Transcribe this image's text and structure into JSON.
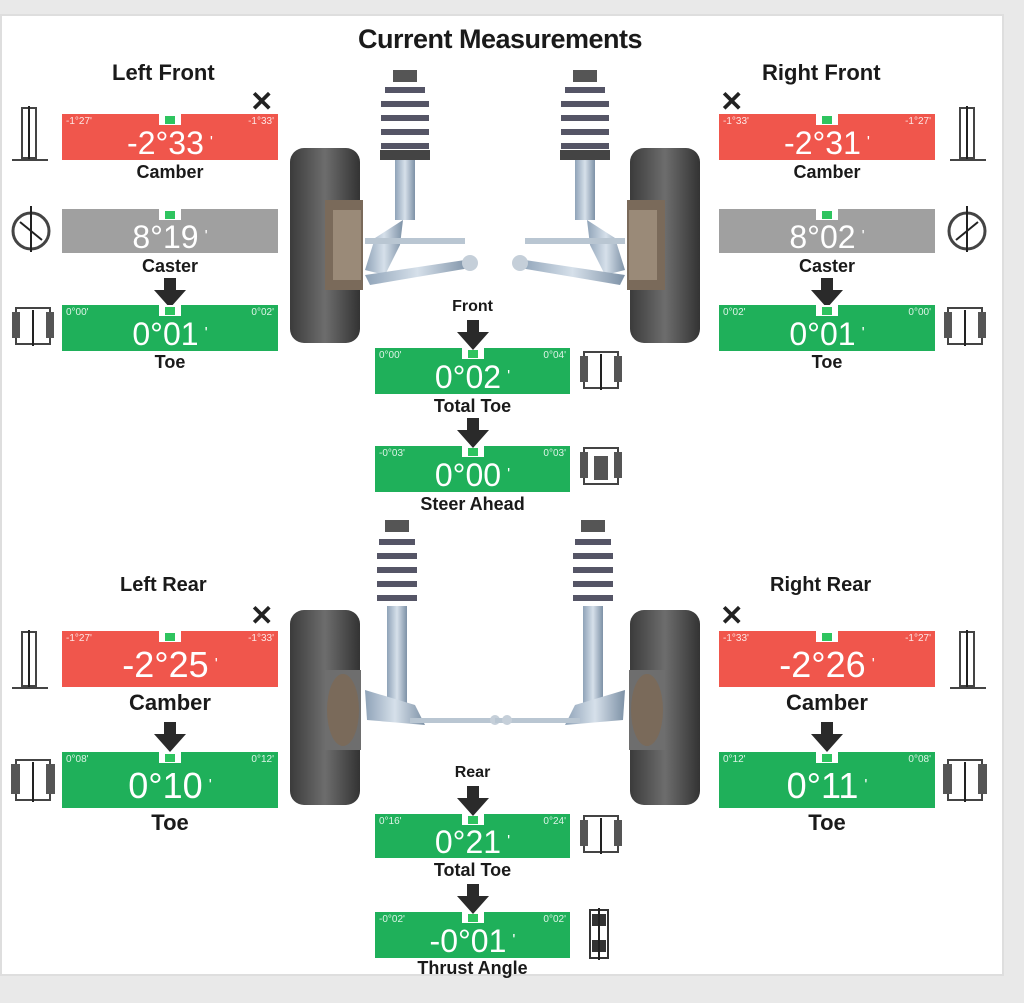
{
  "title": "Current Measurements",
  "colors": {
    "red": "#f0564c",
    "green": "#1fb05a",
    "gray": "#a0a0a0",
    "ind": "#2ec45f"
  },
  "corners": {
    "left_front": "Left Front",
    "right_front": "Right Front",
    "left_rear": "Left Rear",
    "right_rear": "Right Rear"
  },
  "status_icon": "close-x-icon",
  "meters": {
    "lf_camber": {
      "tol_left": "-1°27'",
      "tol_right": "-1°33'",
      "value": "-2°33",
      "label": "Camber",
      "status": "out-of-range"
    },
    "lf_caster": {
      "tol_left": "",
      "tol_right": "",
      "value": "8°19",
      "label": "Caster",
      "status": "no-spec"
    },
    "lf_toe": {
      "tol_left": "0°00'",
      "tol_right": "0°02'",
      "value": "0°01",
      "label": "Toe",
      "status": "in-range"
    },
    "rf_camber": {
      "tol_left": "-1°33'",
      "tol_right": "-1°27'",
      "value": "-2°31",
      "label": "Camber",
      "status": "out-of-range"
    },
    "rf_caster": {
      "tol_left": "",
      "tol_right": "",
      "value": "8°02",
      "label": "Caster",
      "status": "no-spec"
    },
    "rf_toe": {
      "tol_left": "0°02'",
      "tol_right": "0°00'",
      "value": "0°01",
      "label": "Toe",
      "status": "in-range"
    },
    "front_total_toe": {
      "header": "Front",
      "tol_left": "0°00'",
      "tol_right": "0°04'",
      "value": "0°02",
      "label": "Total Toe",
      "status": "in-range"
    },
    "steer_ahead": {
      "tol_left": "-0°03'",
      "tol_right": "0°03'",
      "value": "0°00",
      "label": "Steer Ahead",
      "status": "in-range"
    },
    "lr_camber": {
      "tol_left": "-1°27'",
      "tol_right": "-1°33'",
      "value": "-2°25",
      "label": "Camber",
      "status": "out-of-range"
    },
    "lr_toe": {
      "tol_left": "0°08'",
      "tol_right": "0°12'",
      "value": "0°10",
      "label": "Toe",
      "status": "in-range"
    },
    "rr_camber": {
      "tol_left": "-1°33'",
      "tol_right": "-1°27'",
      "value": "-2°26",
      "label": "Camber",
      "status": "out-of-range"
    },
    "rr_toe": {
      "tol_left": "0°12'",
      "tol_right": "0°08'",
      "value": "0°11",
      "label": "Toe",
      "status": "in-range"
    },
    "rear_total_toe": {
      "header": "Rear",
      "tol_left": "0°16'",
      "tol_right": "0°24'",
      "value": "0°21",
      "label": "Total Toe",
      "status": "in-range"
    },
    "thrust_angle": {
      "tol_left": "-0°02'",
      "tol_right": "0°02'",
      "value": "-0°01",
      "label": "Thrust Angle",
      "status": "in-range"
    }
  },
  "degree_symbol": "'"
}
